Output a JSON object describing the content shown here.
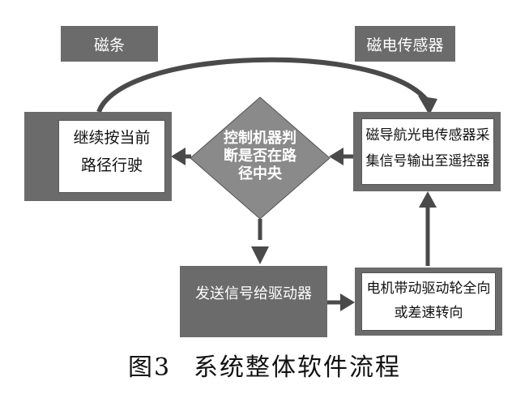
{
  "top_left_box": {
    "label": "磁条"
  },
  "top_right_box": {
    "label": "磁电传感器"
  },
  "box_continue": {
    "line1": "继续按当前",
    "line2": "路径行驶"
  },
  "box_sensor": {
    "line1": "磁导航光电传感器采",
    "line2": "集信号输出至遥控器"
  },
  "decision": {
    "line1": "控制机器判",
    "line2": "断是否在路",
    "line3": "径中央"
  },
  "box_send": {
    "label": "发送信号给驱动器"
  },
  "box_motor": {
    "line1": "电机带动驱动轮全向",
    "line2": "或差速转向"
  },
  "caption": {
    "figure": "图3",
    "title": "系统整体软件流程"
  },
  "colors": {
    "box": "#6b6b6b",
    "arrow": "#4a4a4a",
    "diamond": "#8a8a8a"
  }
}
